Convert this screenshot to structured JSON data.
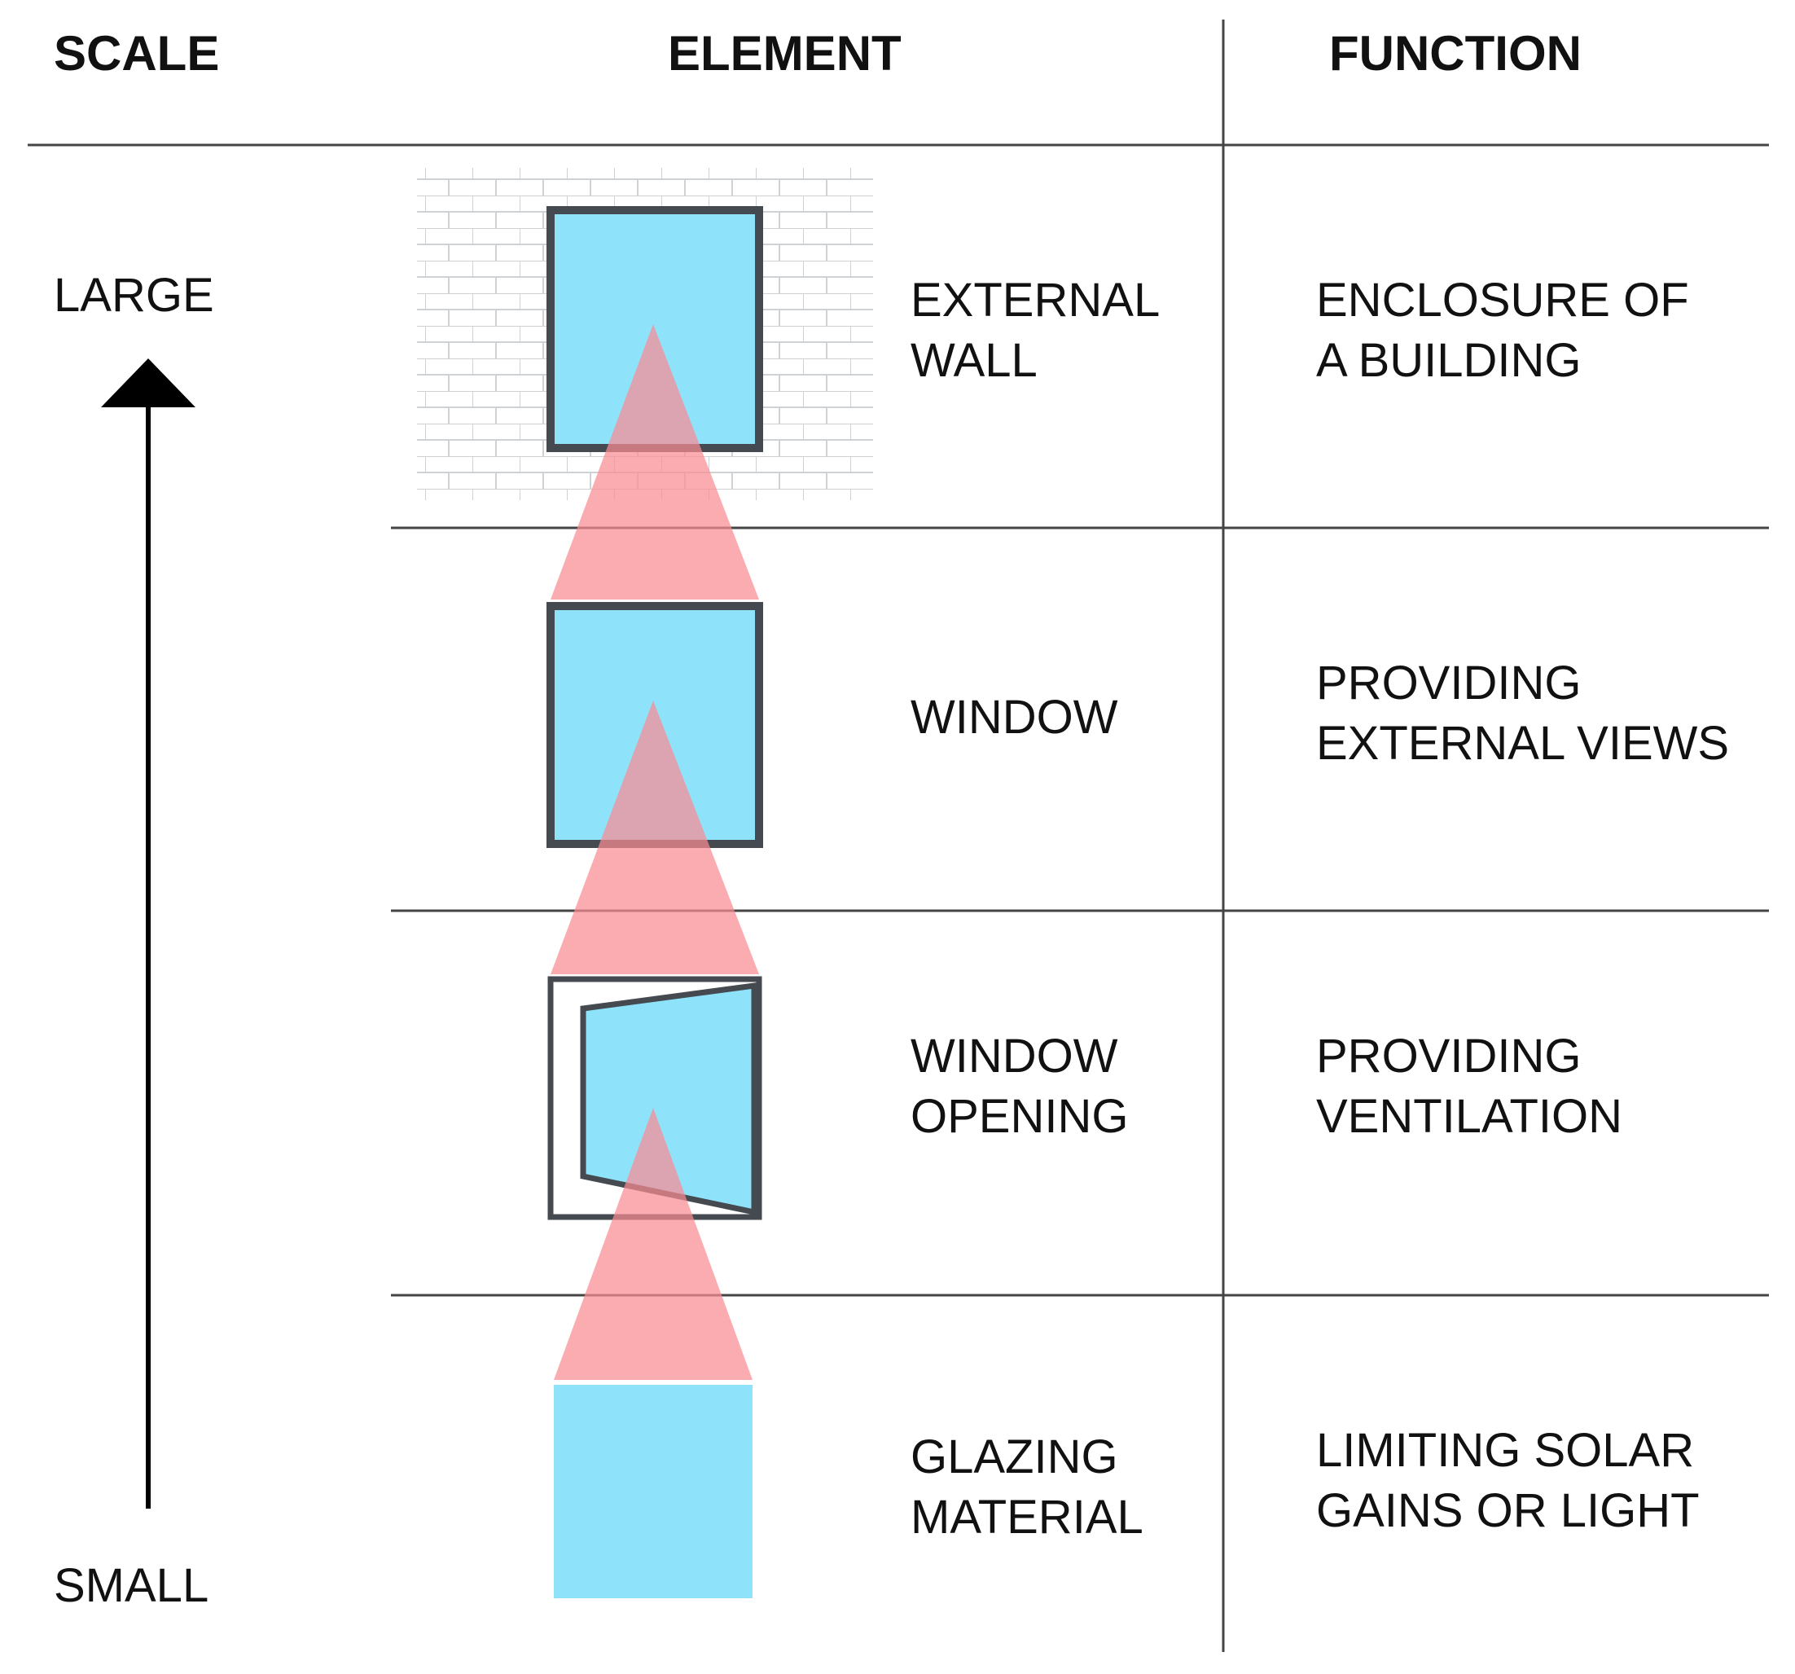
{
  "headers": {
    "scale": "SCALE",
    "element": "ELEMENT",
    "function": "FUNCTION"
  },
  "scale_axis": {
    "top_label": "LARGE",
    "bottom_label": "SMALL"
  },
  "rows": [
    {
      "element": [
        "EXTERNAL",
        "WALL"
      ],
      "function": [
        "ENCLOSURE OF",
        "A BUILDING"
      ],
      "icon": "brick-wall-window-icon"
    },
    {
      "element": [
        "WINDOW"
      ],
      "function": [
        "PROVIDING",
        "EXTERNAL VIEWS"
      ],
      "icon": "window-icon"
    },
    {
      "element": [
        "WINDOW",
        "OPENING"
      ],
      "function": [
        "PROVIDING",
        "VENTILATION"
      ],
      "icon": "open-window-icon"
    },
    {
      "element": [
        "GLAZING",
        "MATERIAL"
      ],
      "function": [
        "LIMITING SOLAR",
        "GAINS OR LIGHT"
      ],
      "icon": "glazing-pane-icon"
    }
  ],
  "colors": {
    "glass": "#8ee3fb",
    "frame": "#444a50",
    "beam": "#fa8c93",
    "line": "#444444"
  }
}
